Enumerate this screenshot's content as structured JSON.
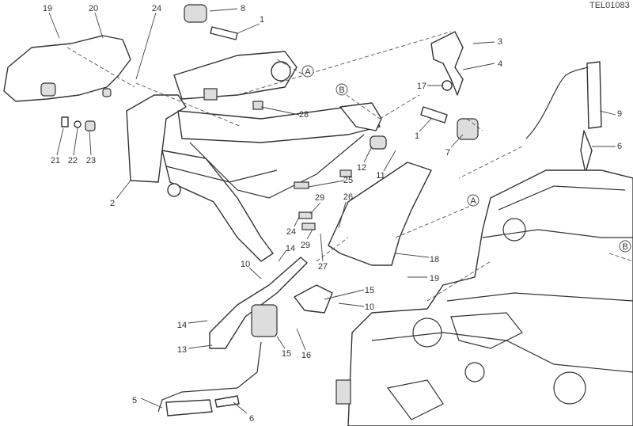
{
  "drawing_code": "TEL01083",
  "reference_markers": [
    "A",
    "B",
    "A",
    "B"
  ],
  "callouts": [
    "19",
    "20",
    "24",
    "8",
    "1",
    "3",
    "4",
    "17",
    "9",
    "6",
    "1",
    "7",
    "28",
    "21",
    "22",
    "23",
    "2",
    "12",
    "11",
    "25",
    "29",
    "26",
    "24",
    "29",
    "27",
    "18",
    "19",
    "14",
    "10",
    "15",
    "10",
    "14",
    "13",
    "15",
    "16",
    "5",
    "6"
  ]
}
